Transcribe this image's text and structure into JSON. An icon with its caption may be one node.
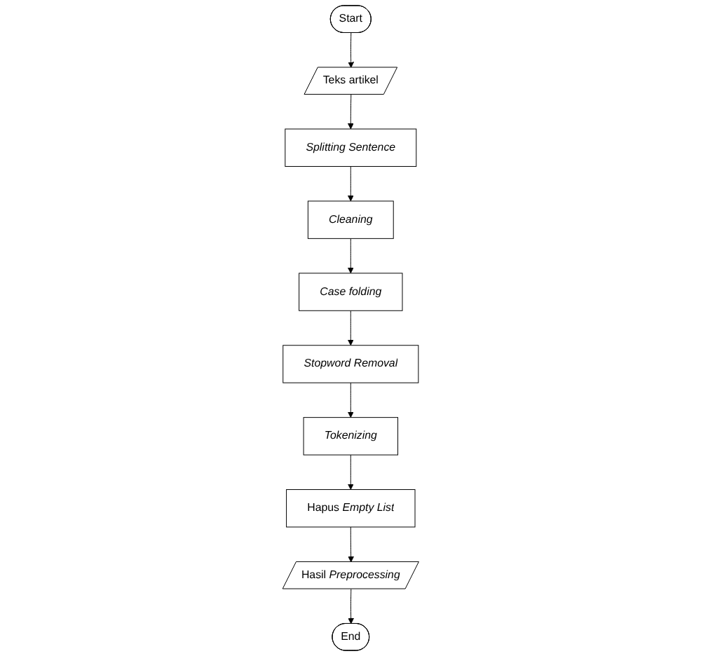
{
  "diagram": {
    "nodes": [
      {
        "text": [
          "Start"
        ]
      },
      {
        "text": [
          "Teks artikel"
        ]
      },
      {
        "text": [
          "Splitting Sentence"
        ]
      },
      {
        "text": [
          "Cleaning"
        ]
      },
      {
        "text": [
          "Case folding"
        ]
      },
      {
        "text": [
          "Stopword Removal"
        ]
      },
      {
        "text": [
          "Tokenizing"
        ]
      },
      {
        "text": [
          "Hapus *Empty List*"
        ]
      },
      {
        "text": [
          "Hasil *Preprocessing*"
        ]
      },
      {
        "text": [
          "End"
        ]
      }
    ],
    "edges": [
      {
        "from": 0,
        "to": 1,
        "arrow": "to"
      },
      {
        "from": 1,
        "to": 2,
        "arrow": "to"
      },
      {
        "from": 2,
        "to": 3,
        "arrow": "to"
      },
      {
        "from": 3,
        "to": 4,
        "arrow": "to"
      },
      {
        "from": 4,
        "to": 5,
        "arrow": "to"
      },
      {
        "from": 5,
        "to": 6,
        "arrow": "to"
      },
      {
        "from": 6,
        "to": 7,
        "arrow": "to"
      },
      {
        "from": 7,
        "to": 8,
        "arrow": "to"
      },
      {
        "from": 8,
        "to": 9,
        "arrow": "to"
      }
    ]
  }
}
